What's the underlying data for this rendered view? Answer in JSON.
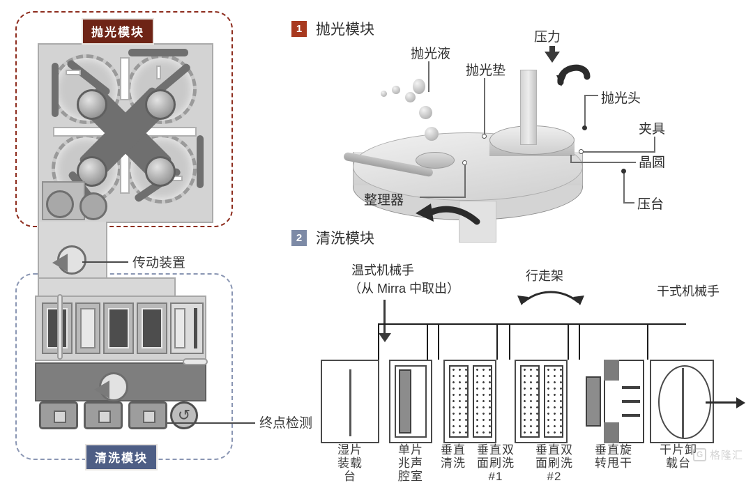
{
  "left_panel": {
    "polish_module_badge": "抛光模块",
    "clean_module_badge": "清洗模块",
    "callouts": [
      {
        "label": "传动装置"
      },
      {
        "label": "终点检测"
      }
    ],
    "endpoint_icon": "↺"
  },
  "right_panel": {
    "sections": [
      {
        "number": "1",
        "title": "抛光模块",
        "color": "#a8391f"
      },
      {
        "number": "2",
        "title": "清洗模块",
        "color": "#7d8aa6"
      }
    ],
    "polishing_annotations": {
      "slurry": "抛光液",
      "pad": "抛光垫",
      "pressure": "压力",
      "polish_head": "抛光头",
      "clamp": "夹具",
      "wafer": "晶圆",
      "conditioner": "整理器",
      "platen": "压台"
    },
    "cleaning_annotations": {
      "wet_robot_line1": "温式机械手",
      "wet_robot_line2": "（从 Mirra 中取出）",
      "walking_frame": "行走架",
      "dry_robot": "干式机械手"
    },
    "cleaning_stations": [
      {
        "label": "湿片\n装载\n台"
      },
      {
        "label": "单片\n兆声\n腔室"
      },
      {
        "label": "垂直\n清洗"
      },
      {
        "label": "垂直双\n面刷洗\n#1"
      },
      {
        "label": "垂直双\n面刷洗\n#2"
      },
      {
        "label": "垂直旋\n转甩干"
      },
      {
        "label": "干片卸\n载台"
      }
    ]
  },
  "watermark": {
    "mark": "G",
    "text": "格隆汇"
  }
}
